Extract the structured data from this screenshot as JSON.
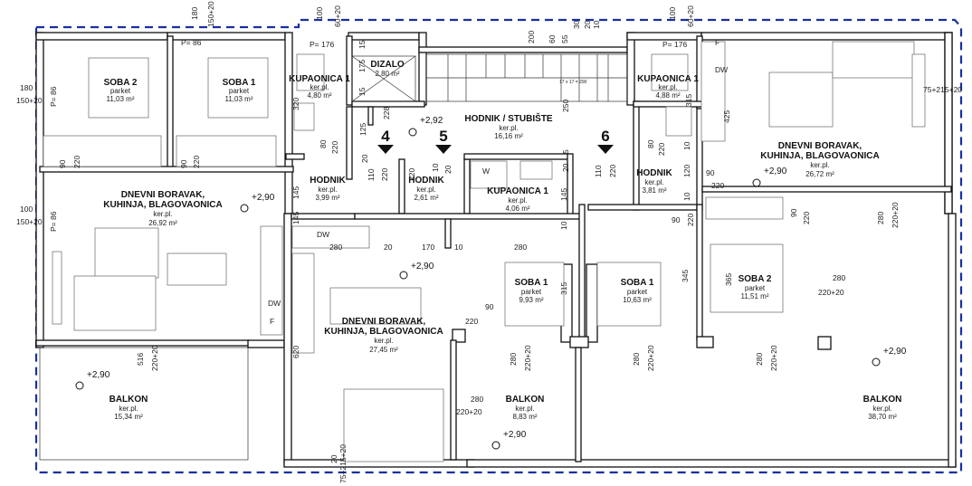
{
  "rooms": {
    "soba2_left": {
      "name": "SOBA 2",
      "floor": "parket",
      "area": "11,03 m²"
    },
    "soba1_left": {
      "name": "SOBA 1",
      "floor": "parket",
      "area": "11,03 m²"
    },
    "kup1_left": {
      "name": "KUPAONICA 1",
      "floor": "ker.pl.",
      "area": "4,80 m²"
    },
    "dizalo": {
      "name": "DIZALO",
      "area": "2,80 m²"
    },
    "hodnik_stubiste": {
      "name": "HODNIK / STUBIŠTE",
      "floor": "ker.pl.",
      "area": "16,16 m²"
    },
    "kup1_right": {
      "name": "KUPAONICA 1",
      "floor": "ker.pl.",
      "area": "4,88 m²"
    },
    "dnevni_left": {
      "name": "DNEVNI BORAVAK,",
      "name2": "KUHINJA, BLAGOVAONICA",
      "floor": "ker.pl.",
      "area": "26,92 m²"
    },
    "hodnik_a": {
      "name": "HODNIK",
      "floor": "ker.pl.",
      "area": "3,99 m²"
    },
    "hodnik_b": {
      "name": "HODNIK",
      "floor": "ker.pl.",
      "area": "2,61 m²"
    },
    "kup1_mid": {
      "name": "KUPAONICA 1",
      "floor": "ker.pl.",
      "area": "4,06 m²"
    },
    "hodnik_c": {
      "name": "HODNIK",
      "floor": "ker.pl.",
      "area": "3,81 m²"
    },
    "dnevni_right": {
      "name": "DNEVNI BORAVAK,",
      "name2": "KUHINJA, BLAGOVAONICA",
      "floor": "ker.pl.",
      "area": "26,72 m²"
    },
    "dnevni_mid": {
      "name": "DNEVNI BORAVAK,",
      "name2": "KUHINJA, BLAGOVAONICA",
      "floor": "ker.pl.",
      "area": "27,45 m²"
    },
    "soba1_mid_a": {
      "name": "SOBA 1",
      "floor": "parket",
      "area": "9,93 m²"
    },
    "soba1_mid_b": {
      "name": "SOBA 1",
      "floor": "parket",
      "area": "10,63 m²"
    },
    "soba2_right": {
      "name": "SOBA 2",
      "floor": "parket",
      "area": "11,51 m²"
    },
    "balkon_left": {
      "name": "BALKON",
      "floor": "ker.pl.",
      "area": "15,34 m²"
    },
    "balkon_mid": {
      "name": "BALKON",
      "floor": "ker.pl.",
      "area": "8,83 m²"
    },
    "balkon_right": {
      "name": "BALKON",
      "floor": "ker.pl.",
      "area": "38,70 m²"
    }
  },
  "apartments": [
    "4",
    "5",
    "6"
  ],
  "levels": {
    "l1": "+2,92",
    "l2": "+2,90",
    "l3": "+2,90",
    "l4": "+2,90",
    "l5": "+2,90",
    "l6": "+2,90",
    "l7": "+2,90"
  },
  "dims": {
    "d180t": "180",
    "d150t": "150+20",
    "d100a": "100",
    "d60a": "60+20",
    "d30": "30",
    "d200": "200",
    "d60b": "60",
    "d55": "55",
    "d20": "20",
    "d10": "10",
    "d100b": "100",
    "d60c": "60+20",
    "p86": "P= 86",
    "p176a": "P= 176",
    "p176b": "P= 176",
    "d180l": "180",
    "d150l": "150+20",
    "p86l": "P= 86",
    "d100l": "100",
    "d150l2": "150+20",
    "p86l2": "P= 86",
    "d75r": "75+215+20",
    "d320": "320",
    "d80a": "80",
    "d220a": "220",
    "d145a": "145",
    "d15a": "15",
    "d175": "175",
    "d15b": "15",
    "d228": "228",
    "d125": "125",
    "d20a": "20",
    "d110": "110",
    "d220b": "220",
    "d10a": "10",
    "d20b": "20",
    "d220c": "220",
    "d250": "250",
    "d5": "5",
    "d20c": "20",
    "d80b": "80",
    "d220d": "220",
    "d110b": "110",
    "d220e": "220",
    "d315a": "315",
    "d80c": "80",
    "d220f": "220",
    "d10b": "10",
    "d120": "120",
    "d10c": "10",
    "d220g": "220",
    "d425": "425",
    "d90a": "90",
    "d220h": "220",
    "d90b": "90",
    "d220i": "220",
    "d280a": "280",
    "d220j": "220+20",
    "d145b": "145",
    "d145c": "145",
    "d10d": "10",
    "d280b": "280",
    "d20d": "20",
    "d170": "170",
    "d10e": "10",
    "d280c": "280",
    "d90c": "90",
    "d220k": "220",
    "d90d": "90",
    "d220l": "220",
    "d345": "345",
    "d365": "365",
    "d280d": "280",
    "d220m": "220+20",
    "d315b": "315",
    "d620": "620",
    "d516": "516",
    "d220n": "220+20",
    "d90e": "90",
    "d220o": "220",
    "d280e": "280",
    "d220p": "220+20",
    "d280f": "280",
    "d220q": "220+20",
    "d280g": "280",
    "d220r": "220+20",
    "d280h": "280",
    "d220s": "220+20",
    "d280i": "280",
    "d220t": "220+20",
    "d280j": "280",
    "d220u": "220+20",
    "d20e": "20",
    "d75b": "75+215+20",
    "d17": "17 x 17 = 290"
  },
  "appliances": {
    "dw": "DW",
    "w": "W",
    "f": "F"
  }
}
